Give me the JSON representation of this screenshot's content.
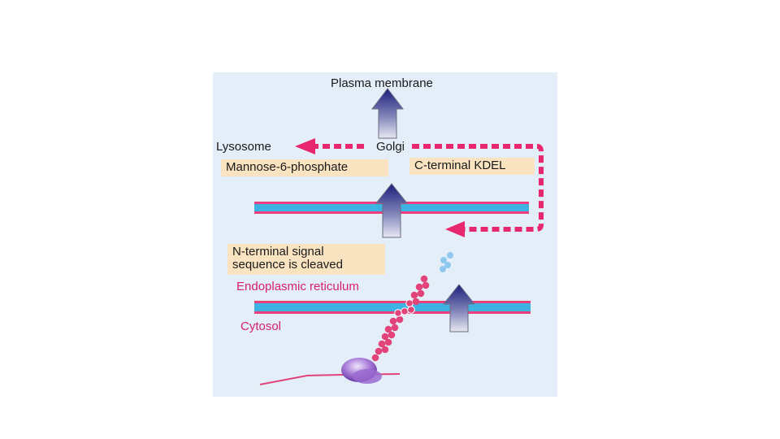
{
  "labels": {
    "plasma_membrane": "Plasma membrane",
    "lysosome": "Lysosome",
    "golgi": "Golgi",
    "mannose": "Mannose-6-phosphate",
    "kdel": "C-terminal KDEL",
    "signal_line1": "N-terminal signal",
    "signal_line2": "sequence is cleaved",
    "er": "Endoplasmic reticulum",
    "cytosol": "Cytosol"
  },
  "colors": {
    "background": "#e3eef9",
    "membrane_pink": "#ec3f7c",
    "membrane_cyan": "#3fb2e4",
    "dashed_path": "#e8286e",
    "peptide": "#e2447a",
    "arrow_dark": "#1c1f7a",
    "label_box": "#f9e3c0",
    "ribosome": "#8a4fc6",
    "cleaved_signal": "#8fc8ee"
  }
}
